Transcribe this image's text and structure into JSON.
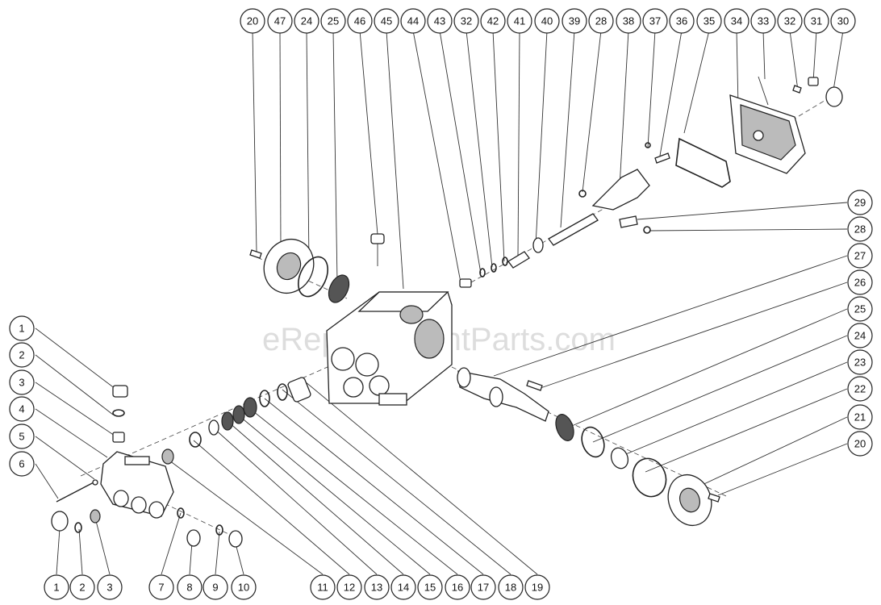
{
  "watermark": "eReplacementParts.com",
  "callouts_top": [
    "20",
    "47",
    "24",
    "25",
    "46",
    "45",
    "44",
    "43",
    "32",
    "42",
    "41",
    "40",
    "39",
    "28",
    "38",
    "37",
    "36",
    "35",
    "34",
    "33",
    "32",
    "31",
    "30"
  ],
  "callouts_right": [
    "29",
    "28",
    "27",
    "26",
    "25",
    "24",
    "23",
    "22",
    "21",
    "20"
  ],
  "callouts_left": [
    "1",
    "2",
    "3",
    "4",
    "5",
    "6"
  ],
  "callouts_bottom": [
    "1",
    "2",
    "3",
    "7",
    "8",
    "9",
    "10",
    "11",
    "12",
    "13",
    "14",
    "15",
    "16",
    "17",
    "18",
    "19"
  ]
}
